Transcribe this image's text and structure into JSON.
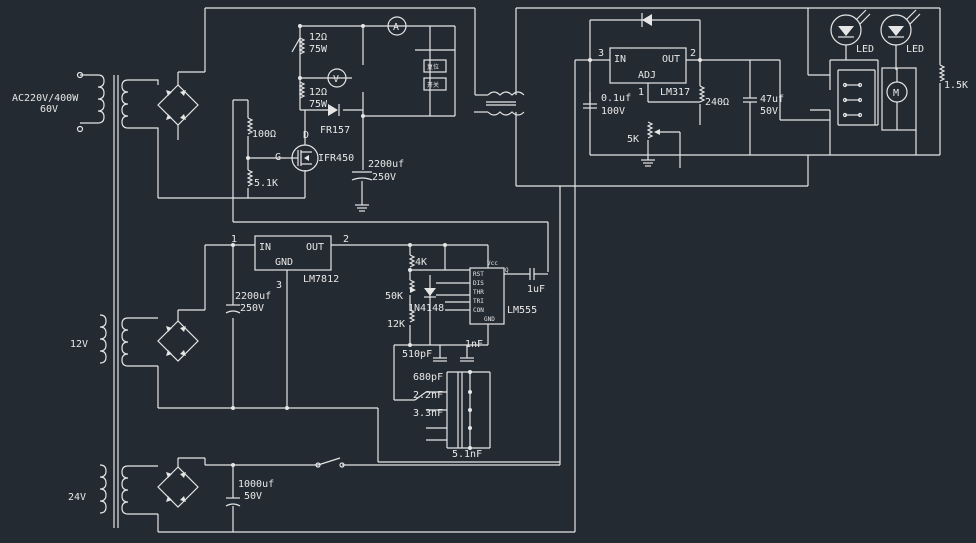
{
  "labels": {
    "ac_in_line1": "AC220V/400W",
    "ac_in_line2": "60V",
    "v12": "12V",
    "v24": "24V",
    "r12_a": "12Ω",
    "r75_a": "75W",
    "r12_b": "12Ω",
    "r75_b": "75W",
    "ammeter": "A",
    "voltmeter": "V",
    "r100": "100Ω",
    "r5k1": "5.1K",
    "mos_d": "D",
    "mos_g": "G",
    "mos_part": "IFR450",
    "diode_fr157": "FR157",
    "cap_2200_a": "2200uf",
    "cap_250_a": "250V",
    "btn_top": "复位",
    "btn_bottom": "开关",
    "lm317": "LM317",
    "lm317_in": "IN",
    "lm317_out": "OUT",
    "lm317_adj": "ADJ",
    "pin3": "3",
    "pin2": "2",
    "pin1": "1",
    "cap_01uf": "0.1uf",
    "cap_100v": "100V",
    "r240": "240Ω",
    "cap_47uf": "47uf",
    "cap_50v": "50V",
    "pot5k": "5K",
    "led1": "LED",
    "led2": "LED",
    "r1k5": "1.5K",
    "motor": "M",
    "lm7812": "LM7812",
    "lm7812_in": "IN",
    "lm7812_out": "OUT",
    "lm7812_gnd": "GND",
    "p7812_1": "1",
    "p7812_2": "2",
    "p7812_3": "3",
    "cap_2200_b": "2200uf",
    "cap_250_b": "250V",
    "r4k": "4K",
    "pot50k": "50K",
    "r12k": "12K",
    "d1n4148": "1N4148",
    "lm555": "LM555",
    "cap_1uf": "1uF",
    "cap_1nf": "1nF",
    "cap_510pf": "510pF",
    "cap_680pf": "680pF",
    "cap_2n2": "2.2nF",
    "cap_3n3": "3.3nF",
    "cap_5n1": "5.1nF",
    "cap_1000uf": "1000uf",
    "cap_50v_b": "50V",
    "ne555_vcc": "Vcc",
    "ne555_rst": "RST",
    "ne555_dis": "DIS",
    "ne555_thr": "THR",
    "ne555_tri": "TRI",
    "ne555_con": "CON",
    "ne555_gnd": "GND",
    "ne555_out": "Q"
  }
}
